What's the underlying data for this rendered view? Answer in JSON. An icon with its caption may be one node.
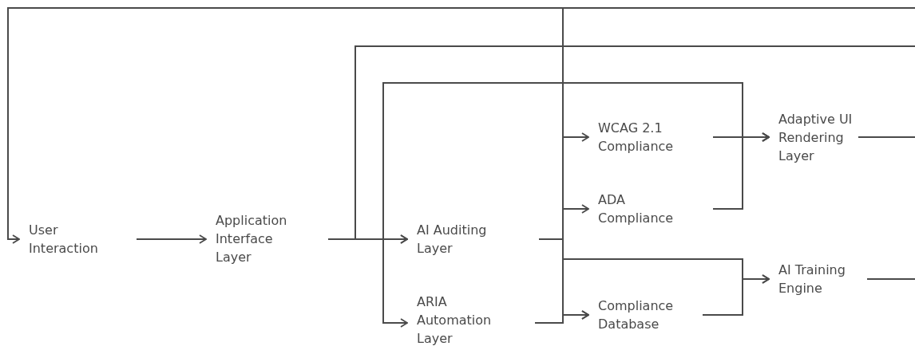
{
  "diagram": {
    "nodes": [
      {
        "text": [
          "User Interaction"
        ]
      },
      {
        "text": [
          "Application Interface Layer"
        ]
      },
      {
        "text": [
          "AI Auditing Layer"
        ]
      },
      {
        "text": [
          "ARIA Automation Layer"
        ]
      },
      {
        "text": [
          "WCAG 2.1 Compliance"
        ]
      },
      {
        "text": [
          "ADA Compliance"
        ]
      },
      {
        "text": [
          "Compliance Database"
        ]
      },
      {
        "text": [
          "Adaptive UI Rendering Layer"
        ]
      },
      {
        "text": [
          "AI Training Engine"
        ]
      }
    ],
    "edges": [
      {
        "from": 0,
        "to": 1,
        "arrow": "to"
      },
      {
        "from": 1,
        "to": 2,
        "arrow": "to"
      },
      {
        "from": 1,
        "to": 3,
        "arrow": "to"
      },
      {
        "from": 1,
        "to": 7,
        "arrow": "to"
      },
      {
        "from": 2,
        "to": 4,
        "arrow": "to"
      },
      {
        "from": 2,
        "to": 5,
        "arrow": "to"
      },
      {
        "from": 2,
        "to": 6,
        "arrow": "to"
      },
      {
        "from": 3,
        "to": 6,
        "arrow": "to"
      },
      {
        "from": 2,
        "to": 8,
        "arrow": "to"
      },
      {
        "from": 4,
        "to": 7,
        "arrow": "to"
      },
      {
        "from": 5,
        "to": 7,
        "arrow": "to"
      },
      {
        "from": 6,
        "to": 8,
        "arrow": "to"
      },
      {
        "from": 7,
        "to": 0,
        "arrow": "to"
      },
      {
        "from": 8,
        "to": 2,
        "arrow": "to"
      }
    ]
  }
}
